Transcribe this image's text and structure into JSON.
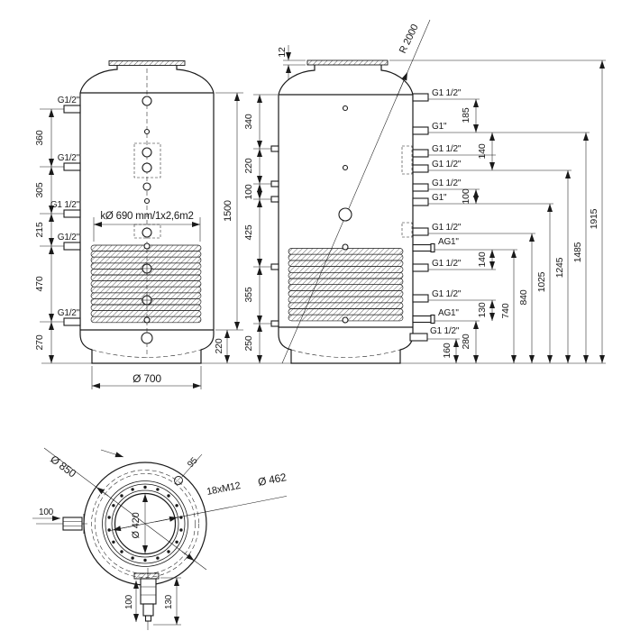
{
  "ink": "#1a1a1a",
  "background": "#ffffff",
  "front": {
    "port_labels": [
      "G1/2\"",
      "G1/2\"",
      "G1 1/2\"",
      "G1/2\"",
      "G1/2\""
    ],
    "left_dims": [
      "360",
      "305",
      "215",
      "470",
      "270"
    ],
    "height": "1500",
    "base_height": "220",
    "coil_note": "kØ 690 mm/1x2,6m2",
    "outer_diameter": "Ø 700"
  },
  "rear": {
    "flange_thickness": "12",
    "dome_radius": "R 2000",
    "left_dims": [
      "340",
      "220",
      "100",
      "425",
      "355",
      "250"
    ],
    "port_labels": [
      "G1 1/2\"",
      "G1\"",
      "G1 1/2\"",
      "G1 1/2\"",
      "G1 1/2\"",
      "G1\"",
      "G1 1/2\"",
      "AG1\"",
      "G1 1/2\"",
      "G1 1/2\"",
      "AG1\"",
      "G1 1/2\""
    ],
    "pitch_dims": [
      "185",
      "140",
      "100",
      "140",
      "130",
      "280",
      "160"
    ],
    "height_dims": [
      "740",
      "840",
      "1025",
      "1245",
      "1485",
      "1915"
    ]
  },
  "bottom_view": {
    "flange_diameter": "Ø 850",
    "bolt_spec": "18xM12",
    "bolt_circle_diameter": "Ø 462",
    "opening_diameter": "Ø 420",
    "hole_offset": "95",
    "side_port_dim": "100",
    "drain_dims": [
      "100",
      "130"
    ]
  }
}
